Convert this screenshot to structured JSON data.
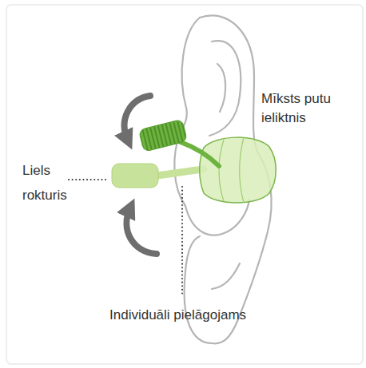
{
  "diagram": {
    "labels": [
      "Mīksts putu ieliktnis",
      "Liels rokturis",
      "Individuāli pielāgojams"
    ]
  }
}
